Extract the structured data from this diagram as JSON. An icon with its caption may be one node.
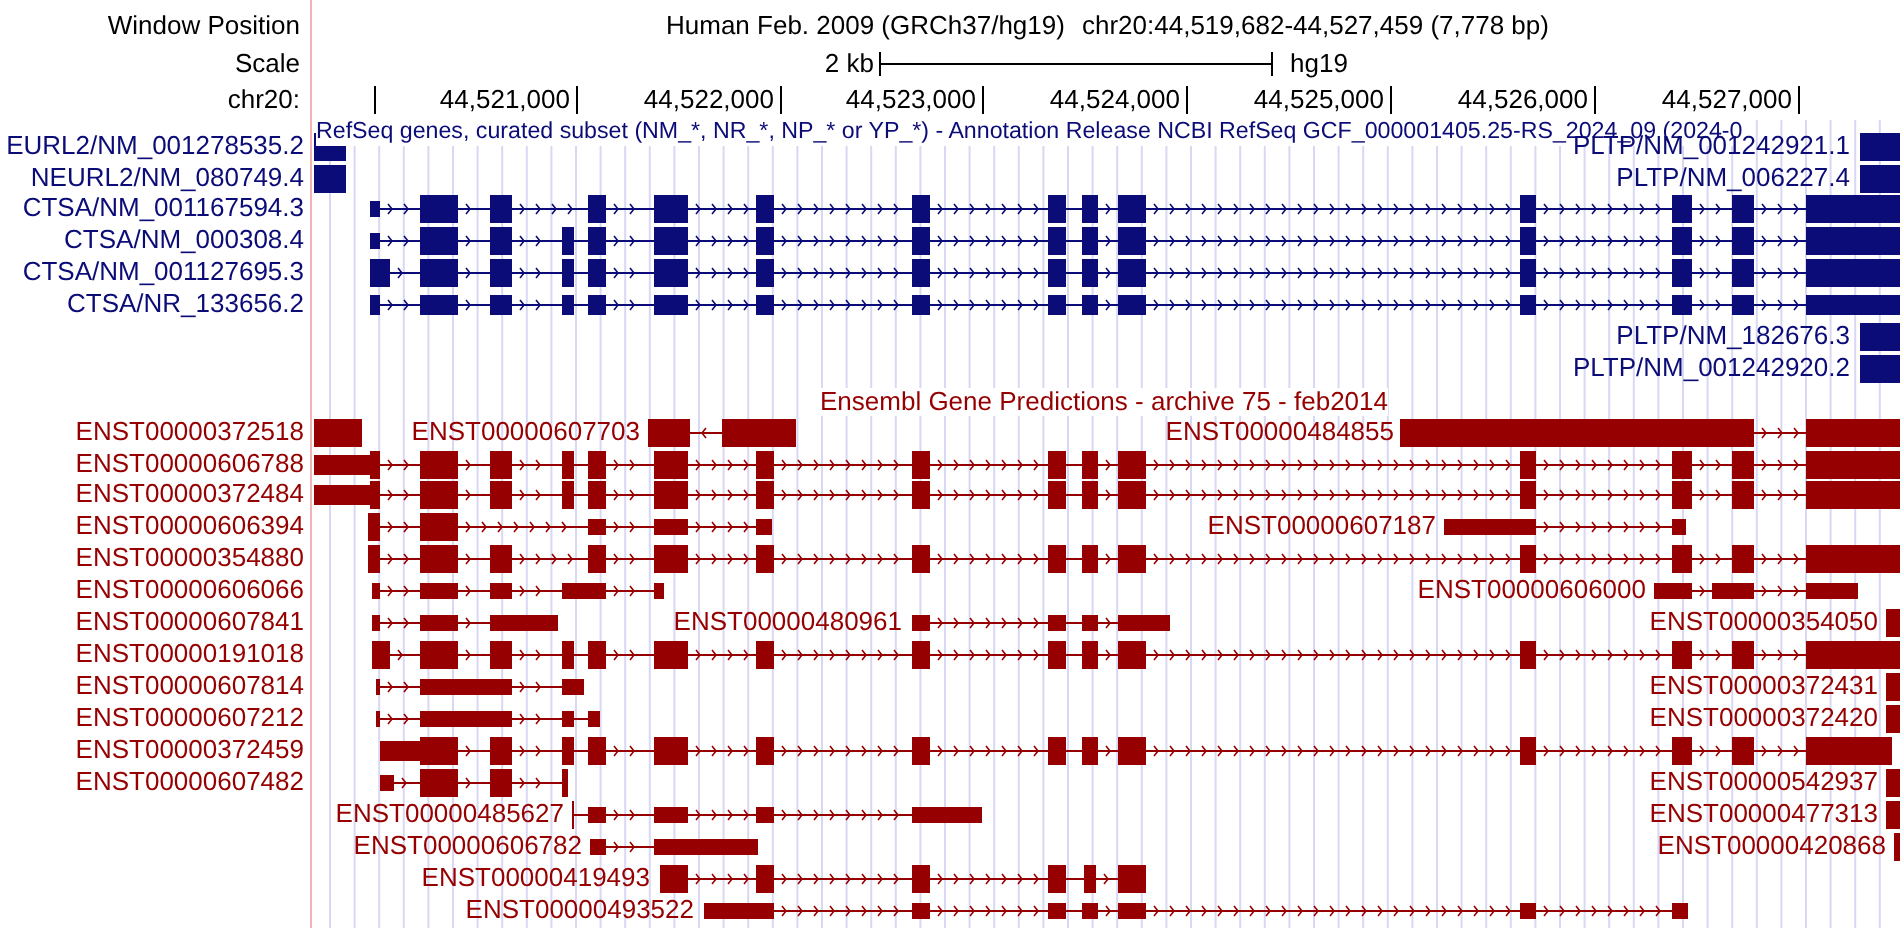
{
  "diagram": {
    "labels": [
      "Window Position",
      "Human Feb. 2009 (GRCh37/hg19)",
      "chr20:44,519,682-44,527,459 (7,778 bp)",
      "Scale",
      "2 kb",
      "hg19",
      "chr20:",
      "44,521,000",
      "44,522,000",
      "44,523,000",
      "44,524,000",
      "44,525,000",
      "44,526,000",
      "44,527,000",
      "RefSeq genes, curated subset (NM_*, NR_*, NP_* or YP_*) - Annotation Release NCBI RefSeq GCF_000001405.25-RS_2024_09 (2024-0",
      "EURL2/NM_001278535.2",
      "PLTP/NM_001242921.1",
      "NEURL2/NM_080749.4",
      "PLTP/NM_006227.4",
      "CTSA/NM_001167594.3",
      "CTSA/NM_000308.4",
      "CTSA/NM_001127695.3",
      "CTSA/NR_133656.2",
      "PLTP/NM_182676.3",
      "PLTP/NM_001242920.2",
      "Ensembl Gene Predictions - archive 75 - feb2014",
      "ENST00000372518",
      "ENST00000607703",
      "ENST00000484855",
      "ENST00000606788",
      "ENST00000372484",
      "ENST00000606394",
      "ENST00000607187",
      "ENST00000354880",
      "ENST00000606066",
      "ENST00000606000",
      "ENST00000607841",
      "ENST00000480961",
      "ENST00000354050",
      "ENST00000191018",
      "ENST00000607814",
      "ENST00000372431",
      "ENST00000607212",
      "ENST00000372420",
      "ENST00000372459",
      "ENST00000607482",
      "ENST00000542937",
      "ENST00000485627",
      "ENST00000477313",
      "ENST00000606782",
      "ENST00000420868",
      "ENST00000419493",
      "ENST00000493522"
    ]
  }
}
